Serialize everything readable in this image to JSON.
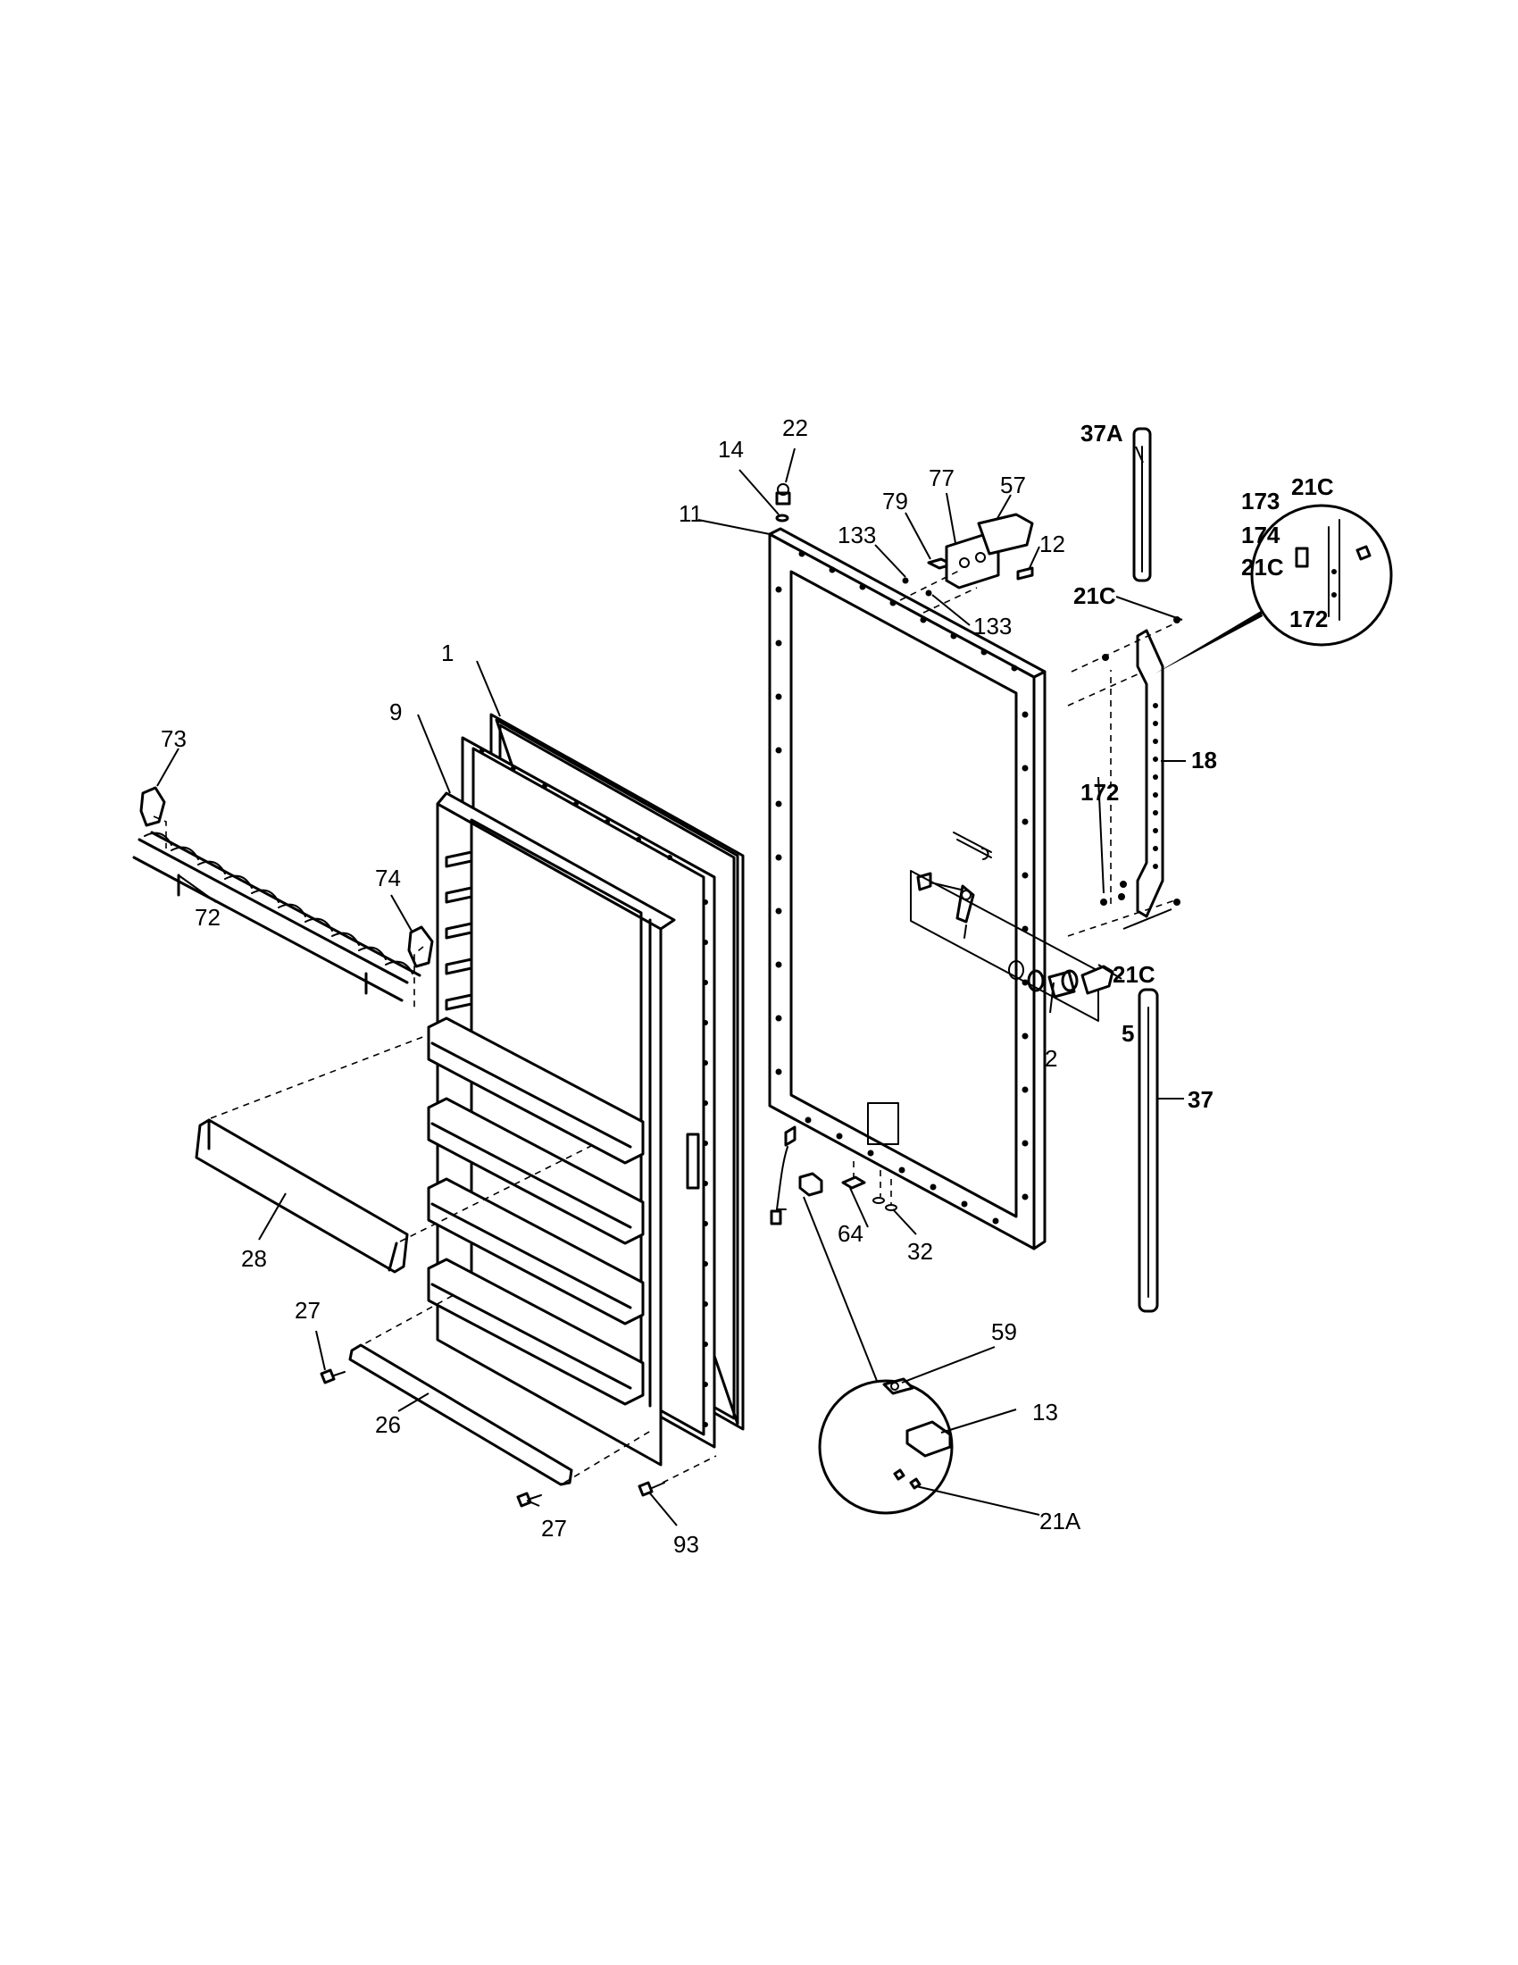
{
  "diagram": {
    "callouts": {
      "c22": "22",
      "c14": "14",
      "c11": "11",
      "c133a": "133",
      "c133b": "133",
      "c79": "79",
      "c77": "77",
      "c57": "57",
      "c12": "12",
      "c37A": "37A",
      "c21C_zoom_a": "21C",
      "c173": "173",
      "c174": "174",
      "c21C_zoom_b": "21C",
      "c172_zoom": "172",
      "c21C_top": "21C",
      "c18": "18",
      "c172": "172",
      "c21C_bottom": "21C",
      "c5": "5",
      "c2": "2",
      "c37": "37",
      "c1": "1",
      "c9": "9",
      "c73": "73",
      "c74": "74",
      "c72": "72",
      "c28": "28",
      "c64": "64",
      "c32": "32",
      "c27a": "27",
      "c26": "26",
      "c27b": "27",
      "c93": "93",
      "c59": "59",
      "c13": "13",
      "c21A": "21A"
    }
  }
}
